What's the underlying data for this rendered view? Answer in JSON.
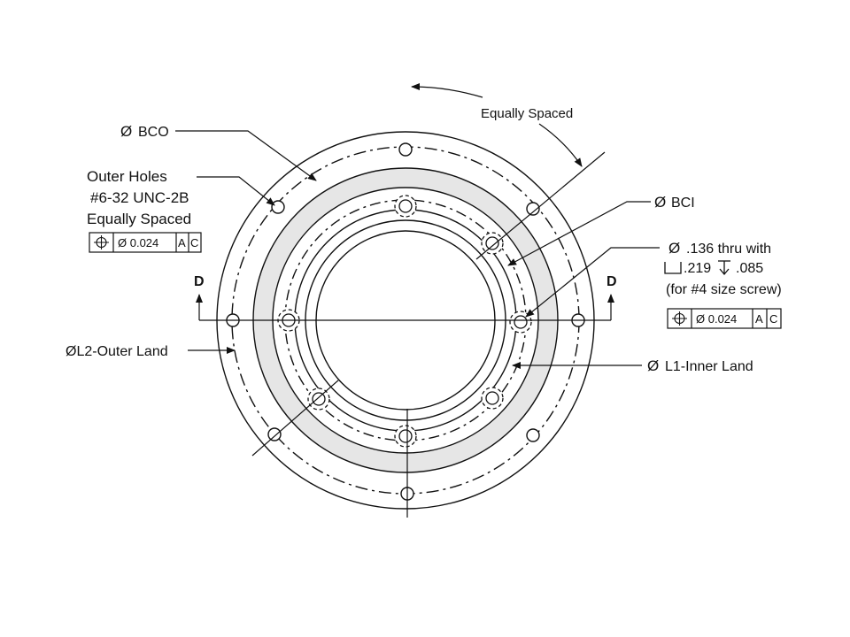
{
  "direction_label": "Equally Spaced",
  "bco_label": "BCO",
  "bci_label": "BCI",
  "diameter_symbol": "Ø",
  "outer_holes": {
    "line1": "Outer Holes",
    "line2": "#6-32 UNC-2B",
    "line3": "Equally Spaced",
    "fcf": {
      "tolerance": "Ø 0.024",
      "datum1": "A",
      "datum2": "C"
    }
  },
  "inner_holes": {
    "line1": ".136 thru with",
    "cbore_dia": ".219",
    "cbore_depth": ".085",
    "line3": "(for #4 size screw)",
    "fcf": {
      "tolerance": "Ø 0.024",
      "datum1": "A",
      "datum2": "C"
    }
  },
  "section_label_left": "D",
  "section_label_right": "D",
  "outer_land_label": "ØL2-Outer Land",
  "inner_land_label": "L1-Inner Land",
  "colors": {
    "line": "#111111",
    "land_fill": "#e6e6e6"
  }
}
